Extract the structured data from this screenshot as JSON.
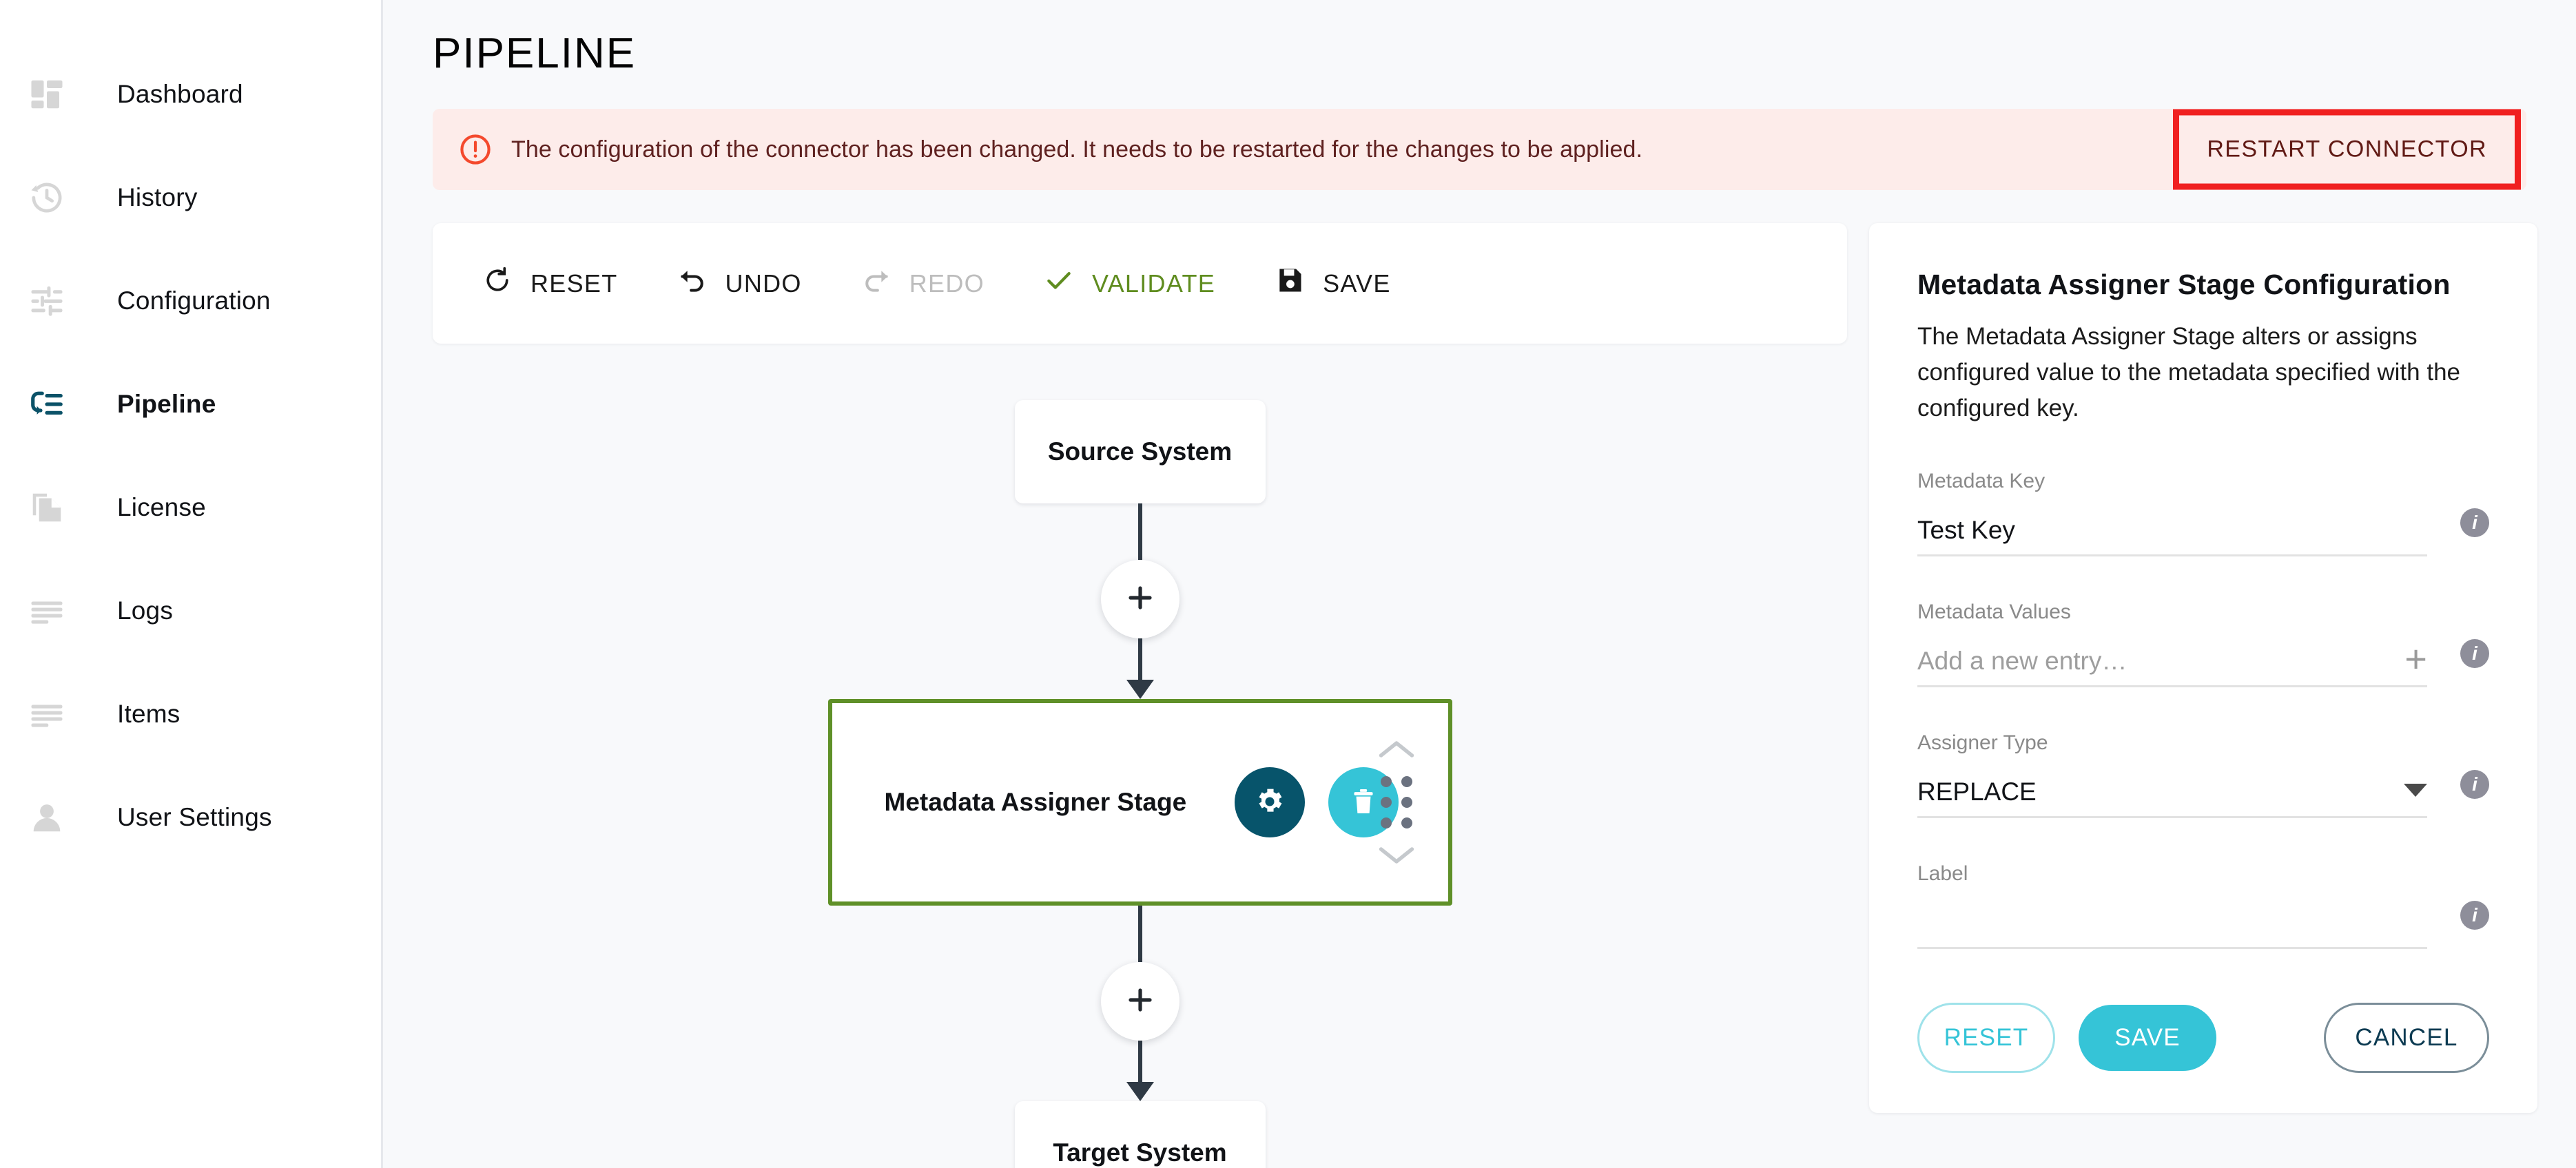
{
  "sidebar": {
    "items": [
      {
        "label": "Dashboard",
        "icon": "dashboard-grid-icon",
        "active": false
      },
      {
        "label": "History",
        "icon": "history-clock-icon",
        "active": false
      },
      {
        "label": "Configuration",
        "icon": "sliders-icon",
        "active": false
      },
      {
        "label": "Pipeline",
        "icon": "pipeline-icon",
        "active": true
      },
      {
        "label": "License",
        "icon": "document-copy-icon",
        "active": false
      },
      {
        "label": "Logs",
        "icon": "text-lines-icon",
        "active": false
      },
      {
        "label": "Items",
        "icon": "text-lines-icon",
        "active": false
      },
      {
        "label": "User Settings",
        "icon": "person-icon",
        "active": false
      }
    ]
  },
  "header": {
    "title": "PIPELINE"
  },
  "alert": {
    "icon": "error-circle-icon",
    "message": "The configuration of the connector has been changed. It needs to be restarted for the changes to be applied.",
    "action_label": "RESTART CONNECTOR",
    "bg_color": "#fdecea",
    "text_color": "#5f2120",
    "highlight_color": "#f02020"
  },
  "toolbar": {
    "reset_label": "RESET",
    "undo_label": "UNDO",
    "redo_label": "REDO",
    "validate_label": "VALIDATE",
    "save_label": "SAVE",
    "redo_disabled": true,
    "validate_color": "#5f8c1f"
  },
  "flow": {
    "source_label": "Source System",
    "target_label": "Target System",
    "stage_label": "Metadata Assigner Stage",
    "add_icon": "plus-icon",
    "gear_icon": "gear-icon",
    "trash_icon": "trash-icon",
    "move_up_icon": "chevron-up-icon",
    "move_down_icon": "chevron-down-icon",
    "drag_icon": "drag-handle-icon",
    "selected_border_color": "#5f9028",
    "gear_color": "#07546b",
    "trash_color": "#35c4d7"
  },
  "config": {
    "title": "Metadata Assigner Stage Configuration",
    "description": "The Metadata Assigner Stage alters or assigns configured value to the metadata specified with the configured key.",
    "fields": [
      {
        "label": "Metadata Key",
        "value": "Test Key",
        "placeholder": "",
        "info_icon": "info-icon"
      },
      {
        "label": "Metadata Values",
        "value": "",
        "placeholder": "Add a new entry…",
        "info_icon": "info-icon",
        "add_icon": "plus-icon"
      },
      {
        "label": "Assigner Type",
        "value": "REPLACE",
        "placeholder": "",
        "info_icon": "info-icon",
        "caret_icon": "chevron-down-icon"
      },
      {
        "label": "Label",
        "value": "",
        "placeholder": "",
        "info_icon": "info-icon"
      }
    ],
    "reset_label": "RESET",
    "save_label": "SAVE",
    "cancel_label": "CANCEL",
    "accent_color": "#35c4d7",
    "cancel_color": "#0d3b52"
  }
}
